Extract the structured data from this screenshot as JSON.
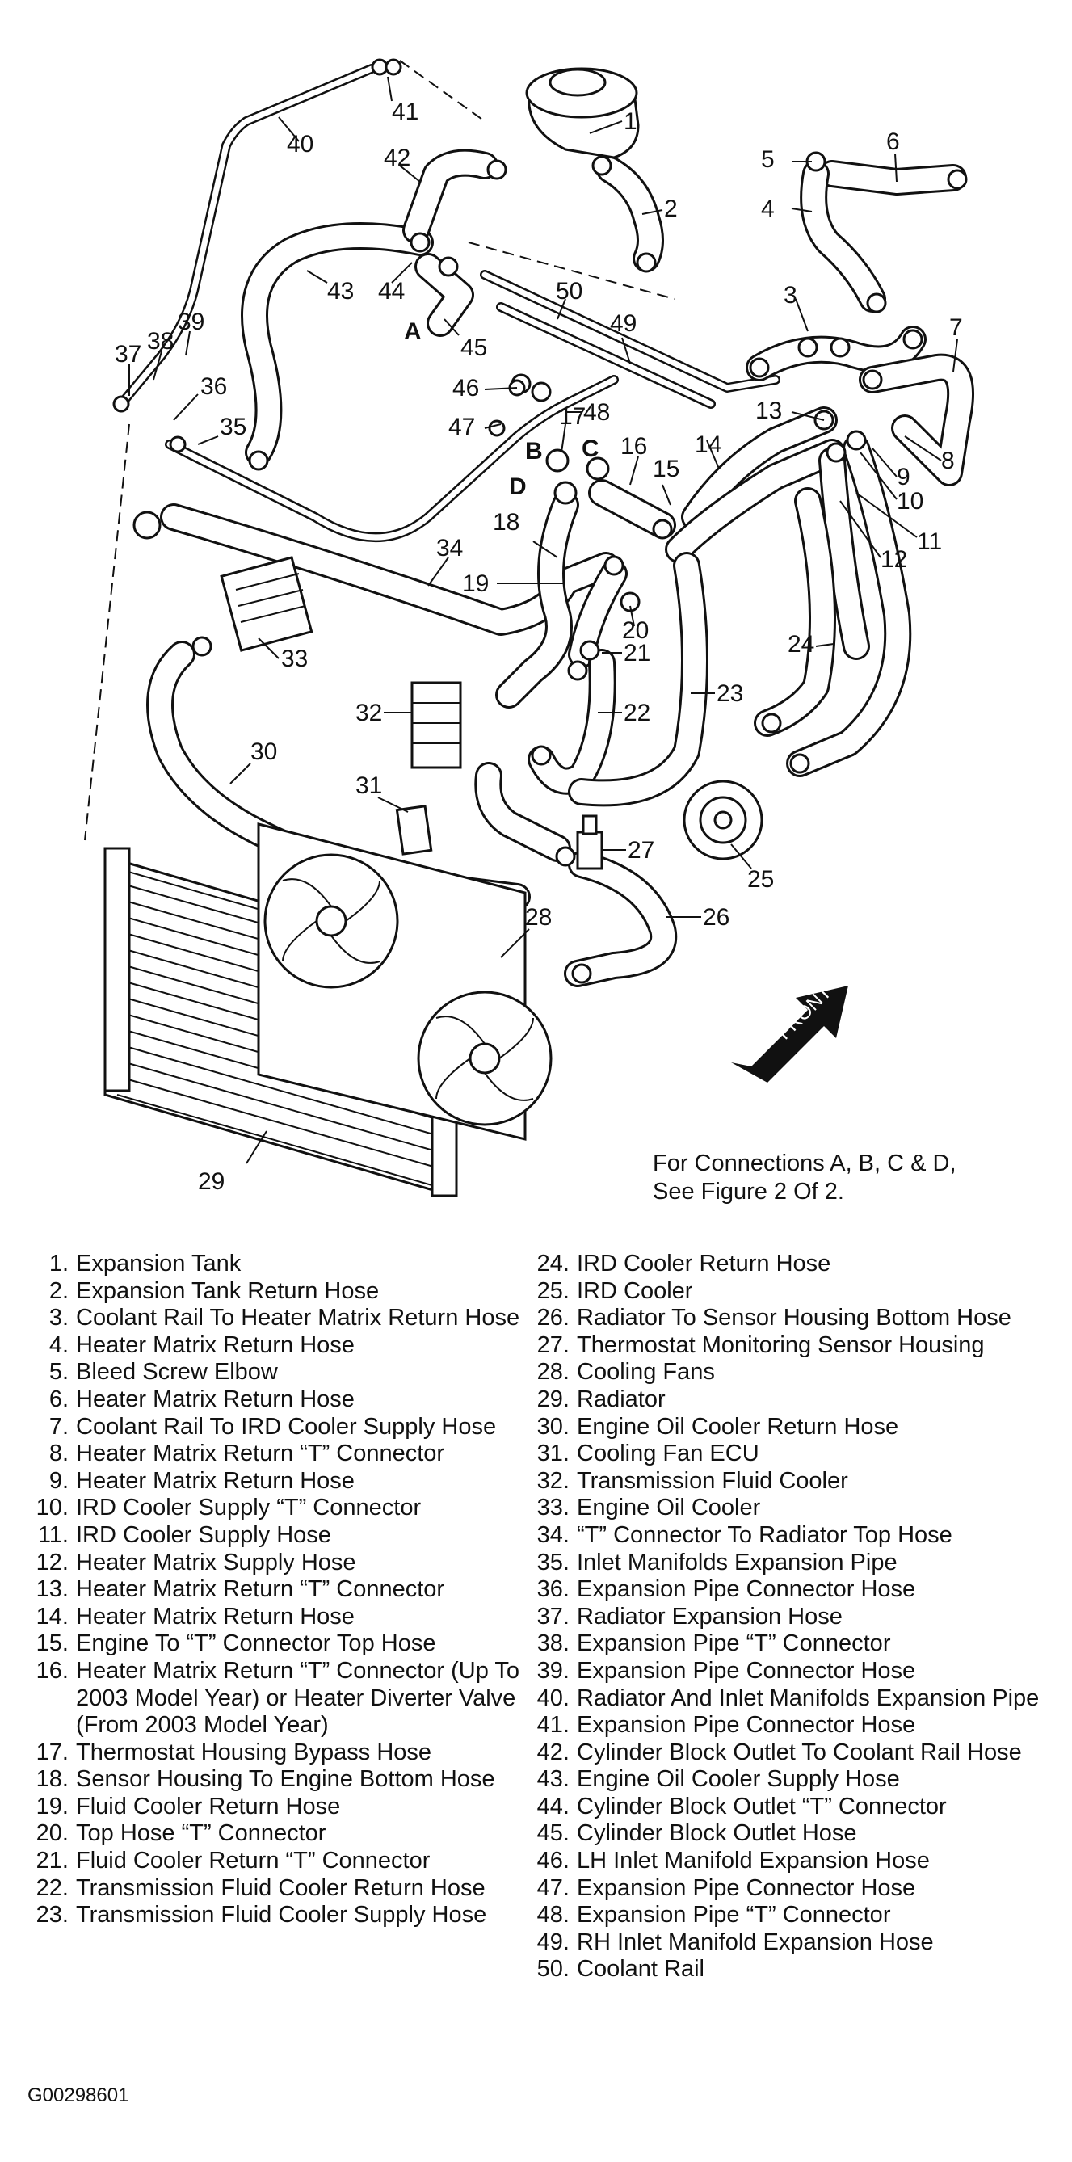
{
  "callouts": [
    "1",
    "2",
    "3",
    "4",
    "5",
    "6",
    "7",
    "8",
    "9",
    "10",
    "11",
    "12",
    "13",
    "14",
    "15",
    "16",
    "17",
    "18",
    "19",
    "20",
    "21",
    "22",
    "23",
    "24",
    "25",
    "26",
    "27",
    "28",
    "29",
    "30",
    "31",
    "32",
    "33",
    "34",
    "35",
    "36",
    "37",
    "38",
    "39",
    "40",
    "41",
    "42",
    "43",
    "44",
    "45",
    "46",
    "47",
    "48",
    "49",
    "50"
  ],
  "connections": [
    "A",
    "B",
    "C",
    "D"
  ],
  "front_label": "FRONT",
  "note": "For Connections A, B, C & D, See Figure 2 Of 2.",
  "legend": [
    {
      "num": "1.",
      "text": "Expansion Tank"
    },
    {
      "num": "2.",
      "text": "Expansion Tank Return Hose"
    },
    {
      "num": "3.",
      "text": "Coolant Rail To Heater Matrix Return Hose"
    },
    {
      "num": "4.",
      "text": "Heater Matrix Return Hose"
    },
    {
      "num": "5.",
      "text": "Bleed Screw Elbow"
    },
    {
      "num": "6.",
      "text": "Heater Matrix Return Hose"
    },
    {
      "num": "7.",
      "text": "Coolant Rail To IRD Cooler Supply Hose"
    },
    {
      "num": "8.",
      "text": "Heater Matrix Return “T” Connector"
    },
    {
      "num": "9.",
      "text": "Heater Matrix Return Hose"
    },
    {
      "num": "10.",
      "text": "IRD Cooler Supply “T” Connector"
    },
    {
      "num": "11.",
      "text": "IRD Cooler Supply Hose"
    },
    {
      "num": "12.",
      "text": "Heater Matrix Supply Hose"
    },
    {
      "num": "13.",
      "text": "Heater Matrix Return “T” Connector"
    },
    {
      "num": "14.",
      "text": "Heater Matrix Return Hose"
    },
    {
      "num": "15.",
      "text": "Engine To “T” Connector Top Hose"
    },
    {
      "num": "16.",
      "text": "Heater Matrix Return “T” Connector (Up To 2003 Model Year) or Heater Diverter Valve (From 2003 Model Year)"
    },
    {
      "num": "17.",
      "text": "Thermostat Housing Bypass Hose"
    },
    {
      "num": "18.",
      "text": "Sensor Housing To Engine Bottom Hose"
    },
    {
      "num": "19.",
      "text": "Fluid Cooler Return Hose"
    },
    {
      "num": "20.",
      "text": "Top Hose “T” Connector"
    },
    {
      "num": "21.",
      "text": "Fluid Cooler Return “T” Connector"
    },
    {
      "num": "22.",
      "text": "Transmission Fluid Cooler Return Hose"
    },
    {
      "num": "23.",
      "text": "Transmission Fluid Cooler Supply Hose"
    },
    {
      "num": "24.",
      "text": "IRD Cooler Return Hose"
    },
    {
      "num": "25.",
      "text": "IRD Cooler"
    },
    {
      "num": "26.",
      "text": "Radiator To Sensor Housing Bottom Hose"
    },
    {
      "num": "27.",
      "text": "Thermostat Monitoring Sensor Housing"
    },
    {
      "num": "28.",
      "text": "Cooling Fans"
    },
    {
      "num": "29.",
      "text": "Radiator"
    },
    {
      "num": "30.",
      "text": "Engine Oil Cooler Return Hose"
    },
    {
      "num": "31.",
      "text": "Cooling Fan ECU"
    },
    {
      "num": "32.",
      "text": "Transmission Fluid Cooler"
    },
    {
      "num": "33.",
      "text": "Engine Oil Cooler"
    },
    {
      "num": "34.",
      "text": "“T” Connector To Radiator Top Hose"
    },
    {
      "num": "35.",
      "text": "Inlet Manifolds Expansion Pipe"
    },
    {
      "num": "36.",
      "text": "Expansion Pipe Connector Hose"
    },
    {
      "num": "37.",
      "text": "Radiator Expansion Hose"
    },
    {
      "num": "38.",
      "text": "Expansion Pipe “T” Connector"
    },
    {
      "num": "39.",
      "text": "Expansion Pipe Connector Hose"
    },
    {
      "num": "40.",
      "text": "Radiator And Inlet Manifolds Expansion Pipe"
    },
    {
      "num": "41.",
      "text": "Expansion Pipe Connector Hose"
    },
    {
      "num": "42.",
      "text": "Cylinder Block Outlet To Coolant Rail Hose"
    },
    {
      "num": "43.",
      "text": "Engine Oil Cooler Supply Hose"
    },
    {
      "num": "44.",
      "text": "Cylinder Block Outlet “T” Connector"
    },
    {
      "num": "45.",
      "text": "Cylinder Block Outlet Hose"
    },
    {
      "num": "46.",
      "text": "LH Inlet Manifold Expansion Hose"
    },
    {
      "num": "47.",
      "text": "Expansion Pipe Connector Hose"
    },
    {
      "num": "48.",
      "text": "Expansion Pipe “T” Connector"
    },
    {
      "num": "49.",
      "text": "RH Inlet Manifold Expansion Hose"
    },
    {
      "num": "50.",
      "text": "Coolant Rail"
    }
  ],
  "figure_id": "G00298601"
}
